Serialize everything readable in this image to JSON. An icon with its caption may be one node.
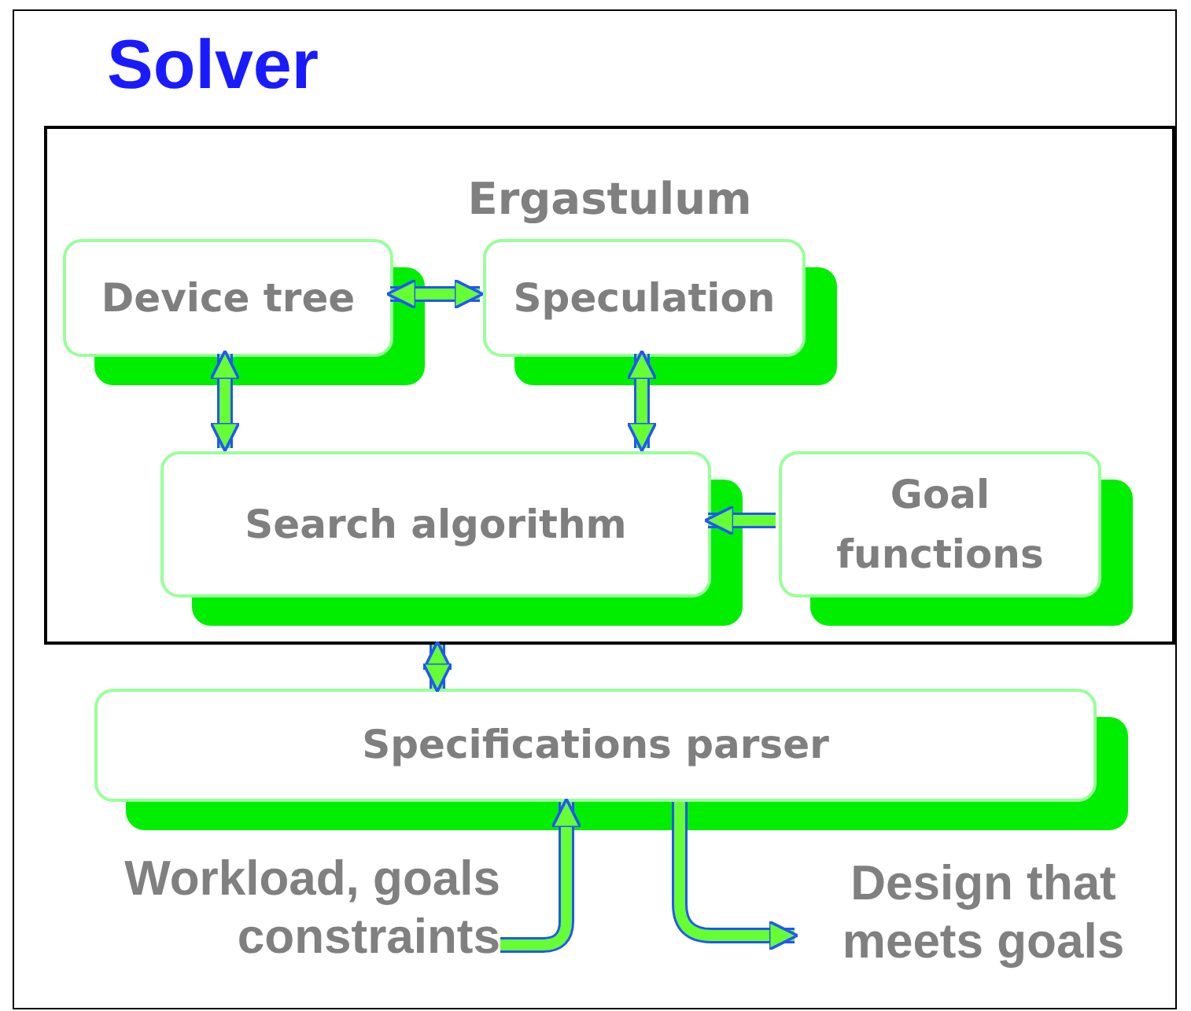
{
  "diagram": {
    "title": "Solver",
    "nodes": [
      {
        "text": [
          "Ergastulum"
        ]
      },
      {
        "text": [
          "Device tree"
        ],
        "in": 0
      },
      {
        "text": [
          "Speculation"
        ],
        "in": 0
      },
      {
        "text": [
          "Search algorithm"
        ],
        "in": 0
      },
      {
        "text": [
          "Goal functions"
        ],
        "in": 0
      },
      {
        "text": [
          "Specifications parser"
        ]
      },
      {
        "text": [
          "Workload, goals constraints"
        ]
      },
      {
        "text": [
          "Design that meets goals"
        ]
      }
    ],
    "edges": [
      {
        "from": 1,
        "to": 2,
        "arrow": "both"
      },
      {
        "from": 1,
        "to": 3,
        "arrow": "both"
      },
      {
        "from": 2,
        "to": 3,
        "arrow": "both"
      },
      {
        "from": 4,
        "to": 3,
        "arrow": "to"
      },
      {
        "from": 0,
        "to": 5,
        "arrow": "both"
      },
      {
        "from": 6,
        "to": 5,
        "arrow": "to"
      },
      {
        "from": 5,
        "to": 7,
        "arrow": "to"
      }
    ]
  }
}
